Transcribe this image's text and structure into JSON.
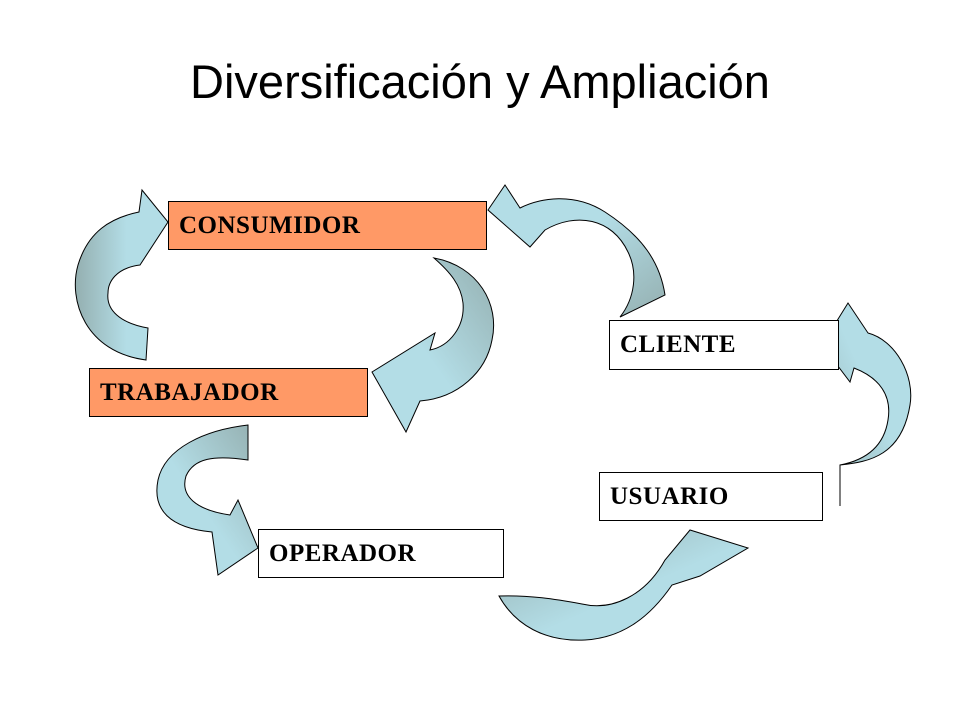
{
  "title": "Diversificación y Ampliación",
  "colors": {
    "highlight_box": "#FF9966",
    "plain_box": "#FFFFFF",
    "arrow_light": "#B3DDE6",
    "arrow_dark": "#94AFB0"
  },
  "nodes": {
    "consumidor": "CONSUMIDOR",
    "trabajador": "TRABAJADOR",
    "cliente": "CLIENTE",
    "usuario": "USUARIO",
    "operador": "OPERADOR"
  },
  "edges": [
    {
      "from": "TRABAJADOR",
      "to": "CONSUMIDOR"
    },
    {
      "from": "CONSUMIDOR",
      "to": "TRABAJADOR"
    },
    {
      "from": "CLIENTE",
      "to": "CONSUMIDOR"
    },
    {
      "from": "TRABAJADOR",
      "to": "OPERADOR"
    },
    {
      "from": "OPERADOR",
      "to": "USUARIO"
    },
    {
      "from": "USUARIO",
      "to": "CLIENTE"
    }
  ]
}
